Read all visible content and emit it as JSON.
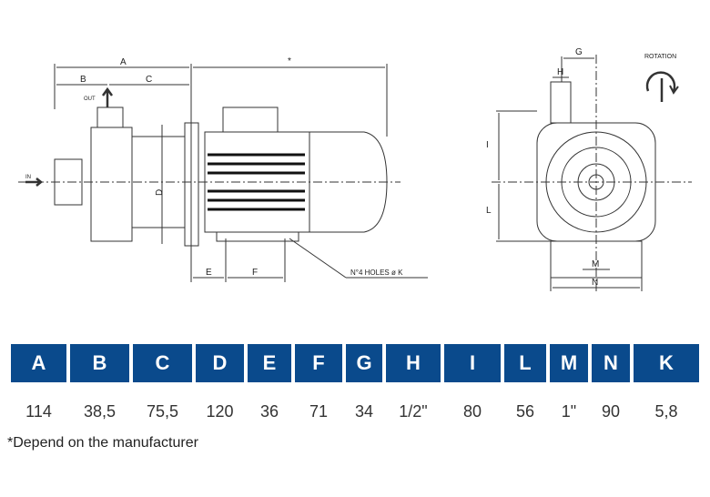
{
  "drawing": {
    "side_view": {
      "dim_A": "A",
      "dim_B": "B",
      "dim_C": "C",
      "dim_star": "*",
      "dim_D": "D",
      "dim_E": "E",
      "dim_F": "F",
      "out": "OUT",
      "in": "IN",
      "holes_note": "N°4 HOLES ø K"
    },
    "front_view": {
      "dim_G": "G",
      "dim_H": "H",
      "dim_I": "I",
      "dim_L": "L",
      "dim_M": "M",
      "dim_N": "N",
      "rotation": "ROTATION"
    }
  },
  "table": {
    "headers": [
      "A",
      "B",
      "C",
      "D",
      "E",
      "F",
      "G",
      "H",
      "I",
      "L",
      "M",
      "N",
      "K"
    ],
    "values": [
      "114",
      "38,5",
      "75,5",
      "120",
      "36",
      "71",
      "34",
      "1/2\"",
      "80",
      "56",
      "1\"",
      "90",
      "5,8"
    ]
  },
  "footnote": "*Depend on the manufacturer",
  "colors": {
    "header_bg": "#0a4a8c",
    "header_text": "#ffffff"
  }
}
